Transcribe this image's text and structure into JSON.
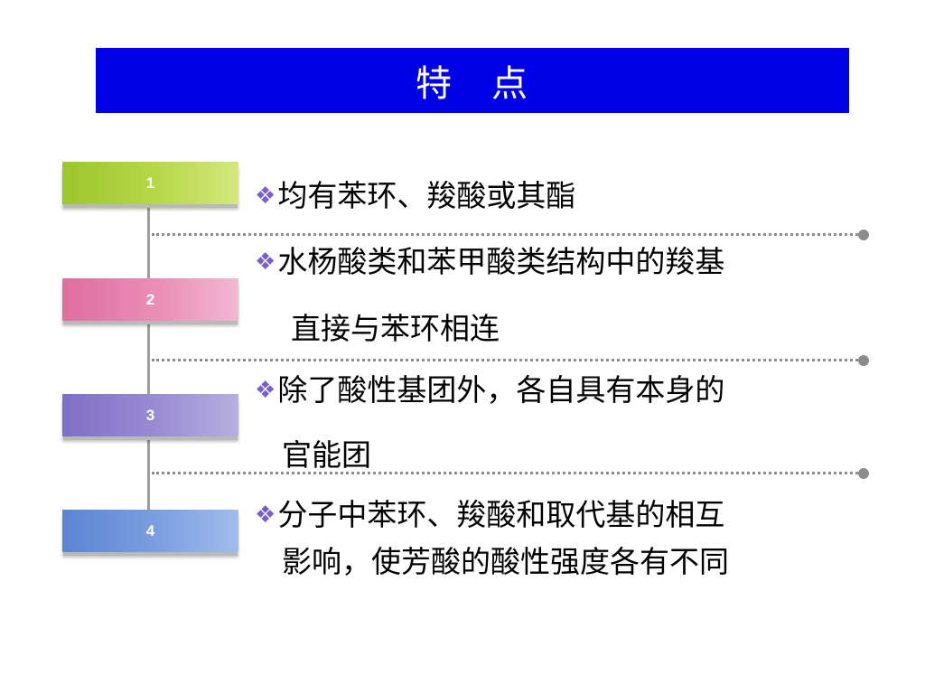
{
  "title": "特　点",
  "bullet_glyph": "❖",
  "badges": [
    "1",
    "2",
    "3",
    "4"
  ],
  "items": [
    {
      "lines": [
        "均有苯环、羧酸或其酯"
      ]
    },
    {
      "lines": [
        "水杨酸类和苯甲酸类结构中的羧基",
        "直接与苯环相连"
      ]
    },
    {
      "lines": [
        "除了酸性基团外，各自具有本身的",
        "官能团"
      ]
    },
    {
      "lines": [
        "分子中苯环、羧酸和取代基的相互",
        "影响，使芳酸的酸性强度各有不同"
      ]
    }
  ],
  "colors": {
    "title_bar": "#0000e6",
    "bullet": "#7b5fc9",
    "badge_1": "#9cc62a",
    "badge_2": "#df6d9e",
    "badge_3": "#7f6ec6",
    "badge_4": "#5c84d2"
  }
}
